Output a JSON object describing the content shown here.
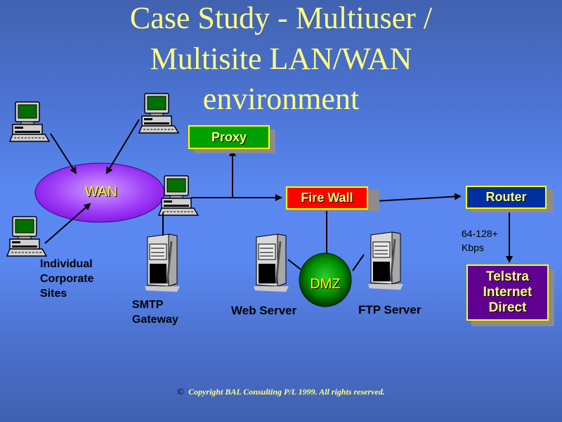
{
  "title": {
    "line1": "Case Study - Multiuser /",
    "line2": "Multisite LAN/WAN",
    "line3": "environment"
  },
  "nodes": {
    "wan": "WAN",
    "proxy": "Proxy",
    "firewall": "Fire Wall",
    "router": "Router",
    "dmz": "DMZ",
    "isp": {
      "line1": "Telstra",
      "line2": "Internet",
      "line3": "Direct"
    }
  },
  "labels": {
    "sites": {
      "line1": "Individual",
      "line2": "Corporate",
      "line3": "Sites"
    },
    "smtp": {
      "line1": "SMTP",
      "line2": "Gateway"
    },
    "web_server": "Web Server",
    "ftp_server": "FTP Server",
    "bandwidth": {
      "line1": "64-128+",
      "line2": "Kbps"
    }
  },
  "icons": {
    "workstation": "desktop-computer-icon",
    "server": "tower-server-icon",
    "copyright": "copyright-icon"
  },
  "colors": {
    "title_text": "#ffff80",
    "proxy_fill": "#00a000",
    "firewall_fill": "#ff0000",
    "router_fill": "#0030a0",
    "isp_fill": "#600090",
    "box_border": "#ffff00",
    "wan_fill": "#9020f0",
    "dmz_fill": "#00a000"
  },
  "footer": {
    "copyright_symbol": "©",
    "copyright_text": "Copyright BAL Consulting P/L  1999. All rights reserved."
  }
}
